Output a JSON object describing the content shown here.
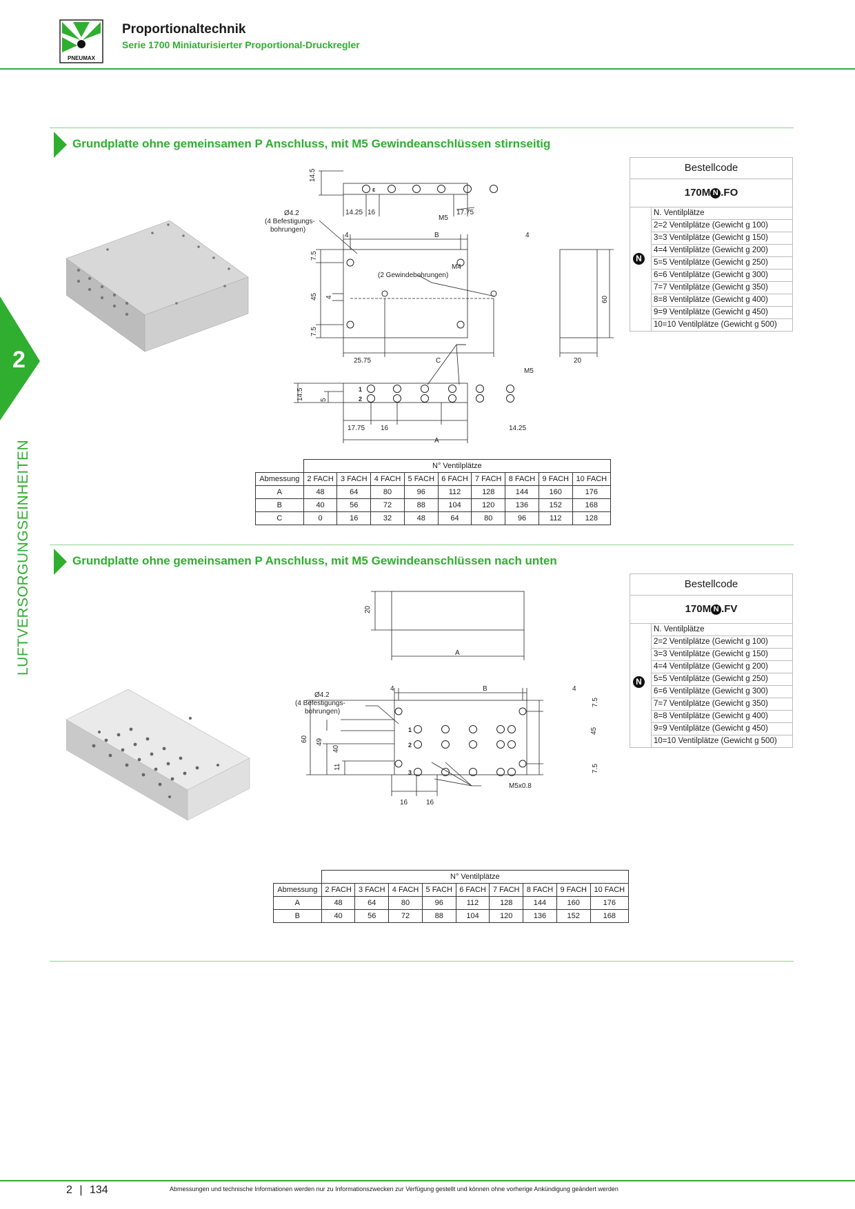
{
  "header": {
    "brand": "PNEUMAX",
    "title": "Proportionaltechnik",
    "subtitle": "Serie 1700 Miniaturisierter Proportional-Druckregler"
  },
  "side_tab": {
    "number": "2",
    "label": "LUFTVERSORGUNGSEINHEITEN"
  },
  "section1": {
    "title": "Grundplatte ohne gemeinsamen P Anschluss, mit M5 Gewindeanschlüssen stirnseitig",
    "order_header": "Bestellcode",
    "order_code_prefix": "170M",
    "order_code_badge": "N",
    "order_code_suffix": ".FO",
    "options_title": "N. Ventilplätze",
    "options": [
      "2=2 Ventilplätze (Gewicht g 100)",
      "3=3 Ventilplätze (Gewicht g 150)",
      "4=4 Ventilplätze (Gewicht g 200)",
      "5=5 Ventilplätze (Gewicht g 250)",
      "6=6 Ventilplätze (Gewicht g 300)",
      "7=7 Ventilplätze (Gewicht g 350)",
      "8=8 Ventilplätze (Gewicht g 400)",
      "9=9 Ventilplätze (Gewicht g 450)",
      "10=10 Ventilplätze (Gewicht g 500)"
    ],
    "drawing": {
      "d_14_5_top": "14.5",
      "d_14_25": "14.25",
      "d_16": "16",
      "d_17_75": "17.75",
      "m5": "M5",
      "hole_dia": "Ø4.2",
      "hole_note1": "(4 Befestigungs-",
      "hole_note2": "bohrungen)",
      "d_4": "4",
      "d_B": "B",
      "d_7_5": "7.5",
      "m4": "M4",
      "m4_note": "(2 Gewindebohrungen)",
      "d_45": "45",
      "d_60": "60",
      "d_25_75": "25.75",
      "d_C": "C",
      "d_20": "20",
      "d_14_5_bot": "14.5",
      "d_5": "5",
      "d_A": "A",
      "port_1": "1",
      "port_2": "2",
      "port_e": "ɛ"
    },
    "table": {
      "group_header": "N° Ventilplätze",
      "columns": [
        "Abmessung",
        "2 FACH",
        "3 FACH",
        "4 FACH",
        "5 FACH",
        "6 FACH",
        "7 FACH",
        "8 FACH",
        "9 FACH",
        "10 FACH"
      ],
      "rows": [
        [
          "A",
          "48",
          "64",
          "80",
          "96",
          "112",
          "128",
          "144",
          "160",
          "176"
        ],
        [
          "B",
          "40",
          "56",
          "72",
          "88",
          "104",
          "120",
          "136",
          "152",
          "168"
        ],
        [
          "C",
          "0",
          "16",
          "32",
          "48",
          "64",
          "80",
          "96",
          "112",
          "128"
        ]
      ]
    }
  },
  "section2": {
    "title": "Grundplatte ohne gemeinsamen P Anschluss, mit M5 Gewindeanschlüssen nach unten",
    "order_header": "Bestellcode",
    "order_code_prefix": "170M",
    "order_code_badge": "N",
    "order_code_suffix": ".FV",
    "options_title": "N. Ventilplätze",
    "options": [
      "2=2 Ventilplätze (Gewicht g 100)",
      "3=3 Ventilplätze (Gewicht g 150)",
      "4=4 Ventilplätze (Gewicht g 200)",
      "5=5 Ventilplätze (Gewicht g 250)",
      "6=6 Ventilplätze (Gewicht g 300)",
      "7=7 Ventilplätze (Gewicht g 350)",
      "8=8 Ventilplätze (Gewicht g 400)",
      "9=9 Ventilplätze (Gewicht g 450)",
      "10=10 Ventilplätze (Gewicht g 500)"
    ],
    "drawing": {
      "d_20": "20",
      "d_A": "A",
      "hole_dia": "Ø4.2",
      "hole_note1": "(4 Befestigungs-",
      "hole_note2": "bohrungen)",
      "d_4": "4",
      "d_B": "B",
      "d_7_5": "7.5",
      "d_60": "60",
      "d_49": "49",
      "d_40": "40",
      "d_11": "11",
      "d_45": "45",
      "m5x08": "M5x0.8",
      "d_16": "16",
      "port_1": "1",
      "port_2": "2",
      "port_3": "3"
    },
    "table": {
      "group_header": "N° Ventilplätze",
      "columns": [
        "Abmessung",
        "2 FACH",
        "3 FACH",
        "4 FACH",
        "5 FACH",
        "6 FACH",
        "7 FACH",
        "8 FACH",
        "9 FACH",
        "10 FACH"
      ],
      "rows": [
        [
          "A",
          "48",
          "64",
          "80",
          "96",
          "112",
          "128",
          "144",
          "160",
          "176"
        ],
        [
          "B",
          "40",
          "56",
          "72",
          "88",
          "104",
          "120",
          "136",
          "152",
          "168"
        ]
      ]
    }
  },
  "footer": {
    "chapter": "2",
    "page": "134",
    "note": "Abmessungen und technische Informationen werden nur zu Informationszwecken zur Verfügung gestellt und können ohne vorherige Ankündigung geändert werden"
  },
  "colors": {
    "accent": "#2fae2f",
    "badge": "#111111"
  }
}
